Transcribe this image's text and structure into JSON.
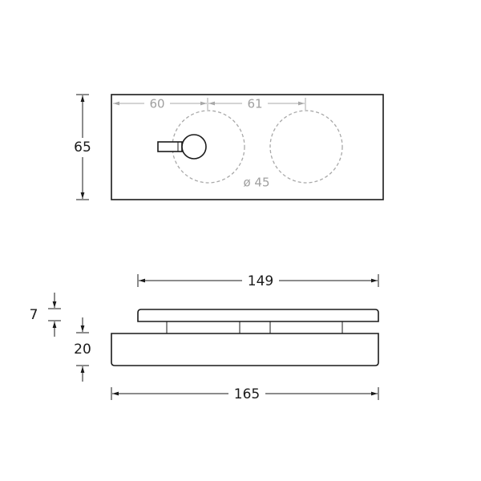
{
  "top_view": {
    "height_dim": "65",
    "spacing_1": "60",
    "spacing_2": "61",
    "diameter": "ø 45"
  },
  "side_view": {
    "top_width": "149",
    "top_thickness": "7",
    "base_thickness": "20",
    "base_width": "165"
  },
  "colors": {
    "ink": "#1a1a1a",
    "hidden": "#a8a8a8"
  }
}
